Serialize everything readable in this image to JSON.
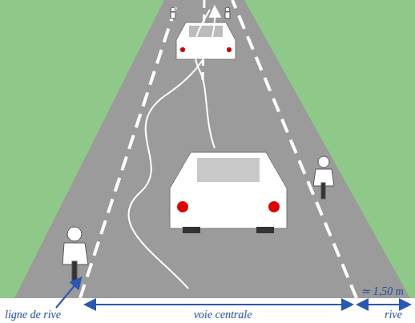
{
  "diagram": {
    "labels": [
      "ligne de rive",
      "voie centrale",
      "≃ 1,50 m",
      "rive"
    ]
  }
}
